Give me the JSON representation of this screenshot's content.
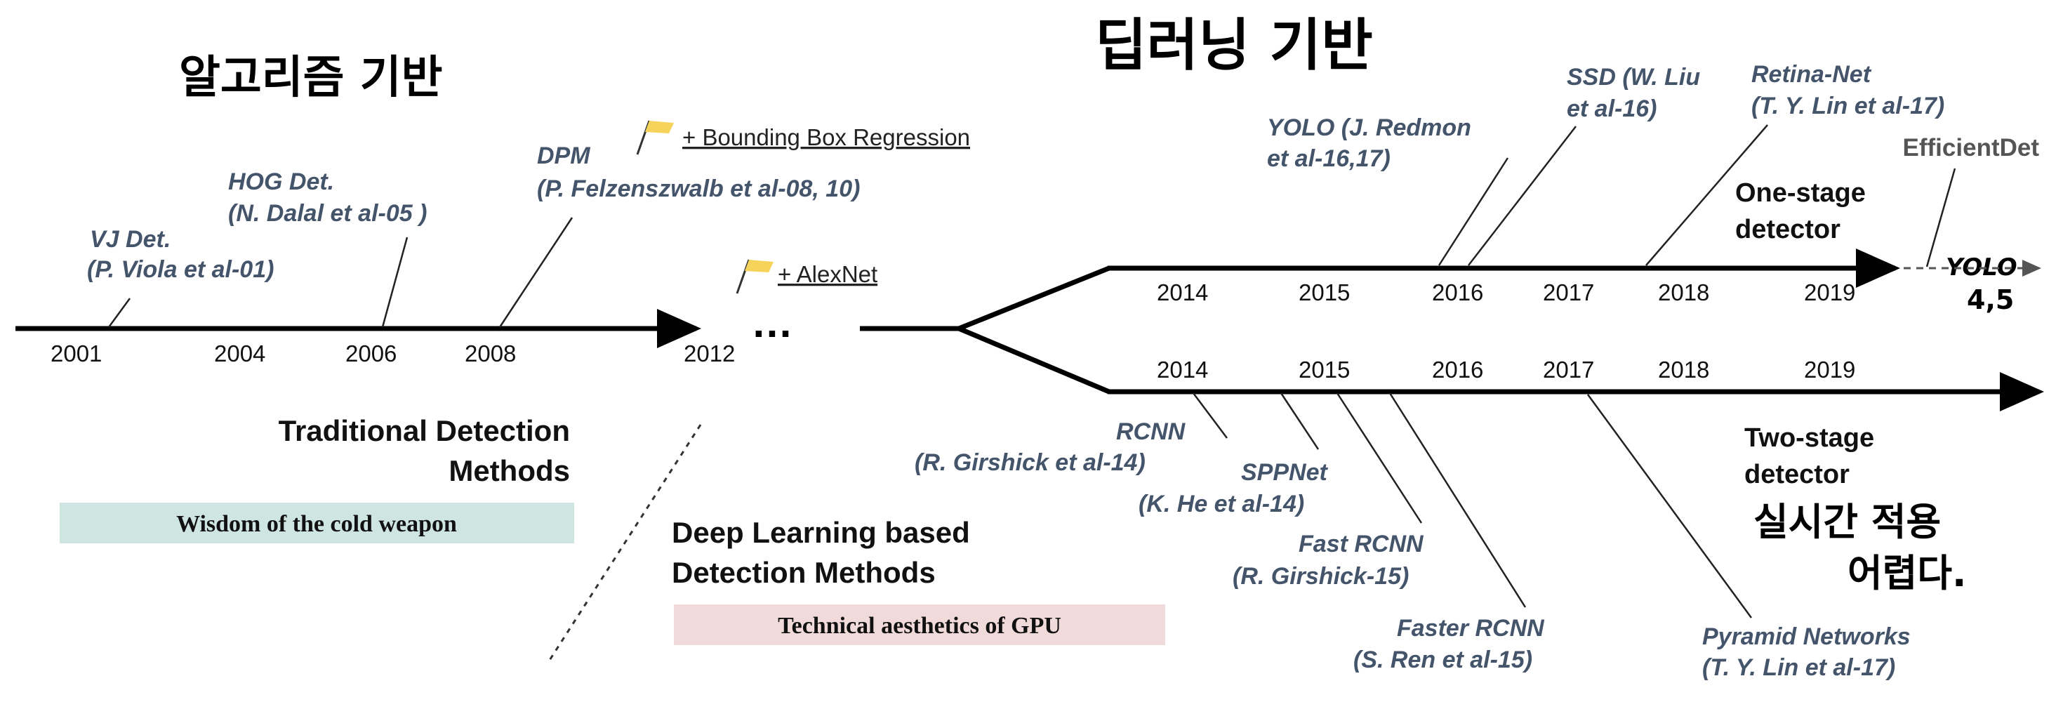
{
  "annotations": {
    "algorithm_based": "알고리즘 기반",
    "deep_learning_based": "딥러닝 기반",
    "realtime_difficult_line1": "실시간 적용",
    "realtime_difficult_line2": "어렵다.",
    "yolo_v45_line1": "YOLO",
    "yolo_v45_line2": "4,5"
  },
  "traditional": {
    "title_line1": "Traditional Detection",
    "title_line2": "Methods",
    "banner": "Wisdom of the cold weapon",
    "banner_color": "#cfe5e1",
    "years": [
      "2001",
      "2004",
      "2006",
      "2008",
      "2012"
    ],
    "methods": {
      "vj_name": "VJ Det.",
      "vj_cite": "(P. Viola et al-01)",
      "hog_name": "HOG Det.",
      "hog_cite": "(N. Dalal et al-05 )",
      "dpm_name": "DPM",
      "dpm_cite": "(P. Felzenszwalb et al-08, 10)"
    },
    "flags": {
      "bbox_regression": "+ Bounding Box Regression",
      "alexnet": "+ AlexNet"
    },
    "ellipsis": "…"
  },
  "deep": {
    "title_line1": "Deep Learning based",
    "title_line2": "Detection Methods",
    "banner": "Technical aesthetics of GPU",
    "banner_color": "#f1dada",
    "one_stage": {
      "label_line1": "One-stage",
      "label_line2": "detector",
      "years": [
        "2014",
        "2015",
        "2016",
        "2017",
        "2018",
        "2019"
      ],
      "methods": {
        "yolo_name": "YOLO (J. Redmon",
        "yolo_cite": "et al-16,17)",
        "ssd_name": "SSD (W. Liu",
        "ssd_cite": "et al-16)",
        "retina_name": "Retina-Net",
        "retina_cite": "(T. Y. Lin et al-17)",
        "efficientdet": "EfficientDet"
      }
    },
    "two_stage": {
      "label_line1": "Two-stage",
      "label_line2": "detector",
      "years": [
        "2014",
        "2015",
        "2016",
        "2017",
        "2018",
        "2019"
      ],
      "methods": {
        "rcnn_name": "RCNN",
        "rcnn_cite": "(R. Girshick et al-14)",
        "sppnet_name": "SPPNet",
        "sppnet_cite": "(K. He et al-14)",
        "fast_name": "Fast RCNN",
        "fast_cite": "(R. Girshick-15)",
        "faster_name": "Faster RCNN",
        "faster_cite": "(S. Ren et al-15)",
        "fpn_name": "Pyramid Networks",
        "fpn_cite": "(T. Y. Lin et al-17)"
      }
    }
  },
  "colors": {
    "line": "#000000",
    "method_text": "#44546a",
    "flag": "#f6d35a"
  }
}
